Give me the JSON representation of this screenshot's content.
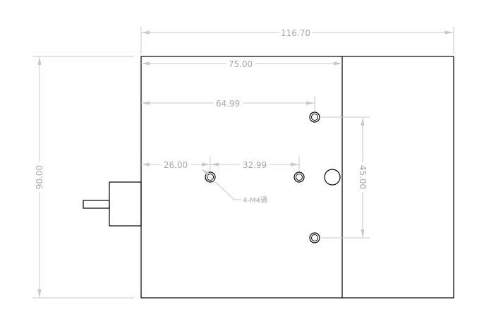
{
  "dimensions": {
    "overall_width": "116.70",
    "body_width": "75.00",
    "top_hole_offset": "64.99",
    "first_hole_offset": "26.00",
    "hole_spacing": "32.99",
    "vertical_hole_spacing": "45.00",
    "overall_height": "90.00"
  },
  "annotations": {
    "thread_note": "4-M4通"
  },
  "colors": {
    "outline": "#000000",
    "dimension": "#c8c8c8",
    "dimension_text": "#a8a8a8",
    "background": "#ffffff"
  }
}
